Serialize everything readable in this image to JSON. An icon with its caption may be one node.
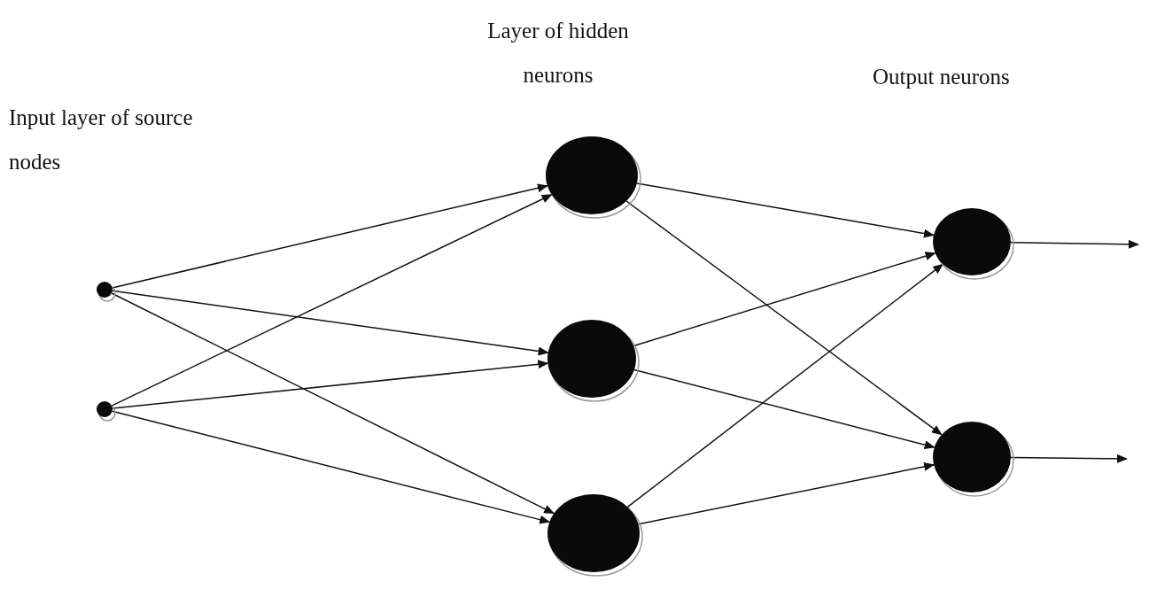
{
  "diagram": {
    "nodes": [
      {
        "text": [],
        "shape": "circle"
      },
      {
        "text": [],
        "shape": "circle"
      },
      {
        "text": [],
        "shape": "circle"
      },
      {
        "text": [],
        "shape": "circle"
      },
      {
        "text": [],
        "shape": "circle"
      },
      {
        "text": [],
        "shape": "circle"
      },
      {
        "text": [],
        "shape": "circle"
      }
    ],
    "edges": [
      {
        "from": 0,
        "to": 2,
        "arrow": "to"
      },
      {
        "from": 0,
        "to": 3,
        "arrow": "to"
      },
      {
        "from": 0,
        "to": 4,
        "arrow": "to"
      },
      {
        "from": 1,
        "to": 2,
        "arrow": "to"
      },
      {
        "from": 1,
        "to": 3,
        "arrow": "to"
      },
      {
        "from": 1,
        "to": 4,
        "arrow": "to"
      },
      {
        "from": 2,
        "to": 5,
        "arrow": "to"
      },
      {
        "from": 2,
        "to": 6,
        "arrow": "to"
      },
      {
        "from": 3,
        "to": 5,
        "arrow": "to"
      },
      {
        "from": 3,
        "to": 6,
        "arrow": "to"
      },
      {
        "from": 4,
        "to": 5,
        "arrow": "to"
      },
      {
        "from": 4,
        "to": 6,
        "arrow": "to"
      },
      {
        "from": 5,
        "to": null,
        "arrow": "to"
      },
      {
        "from": 6,
        "to": null,
        "arrow": "to"
      }
    ],
    "labels": [
      "Layer of hidden neurons",
      "Output neurons",
      "Input layer of source nodes"
    ]
  }
}
